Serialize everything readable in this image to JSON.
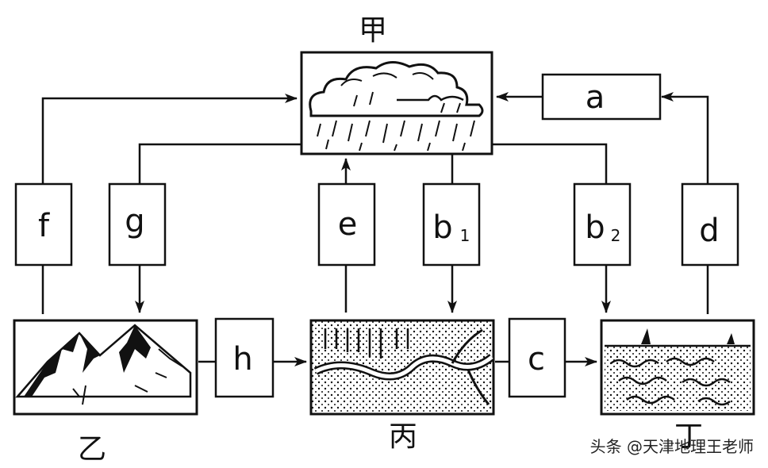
{
  "nodes": {
    "top": "甲",
    "mountain": "乙",
    "land": "丙",
    "ocean": "丁"
  },
  "boxes": {
    "a": "a",
    "f": "f",
    "g": "g",
    "e": "e",
    "b1_letter": "b",
    "b1_sub": "1",
    "b2_letter": "b",
    "b2_sub": "2",
    "d": "d",
    "h": "h",
    "c": "c"
  },
  "watermark": "头条 @天津地理王老师"
}
